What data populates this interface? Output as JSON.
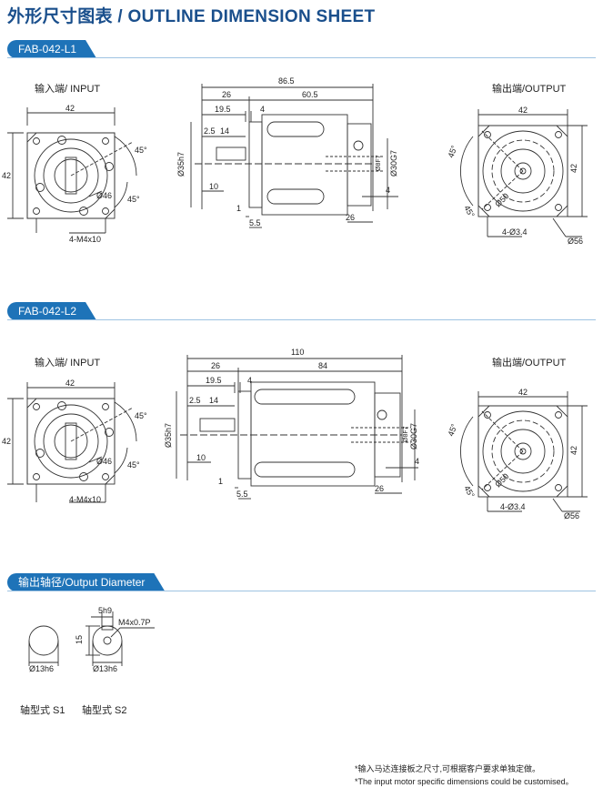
{
  "title": "外形尺寸图表 / OUTLINE DIMENSION SHEET",
  "sections": [
    {
      "model": "FAB-042-L1",
      "input_label": "输入端/ INPUT",
      "output_label": "输出端/OUTPUT",
      "input_dims": {
        "width": "42",
        "height": "42",
        "angle": "45°",
        "angle2": "45°",
        "pcd": "Ø46",
        "bolts": "4-M4x10"
      },
      "side_dims": {
        "total": "86.5",
        "l1": "26",
        "l2": "60.5",
        "l3": "19.5",
        "l4": "4",
        "l5": "2.5",
        "l6": "14",
        "bore": "Ø35h7",
        "l7": "10",
        "l8": "1",
        "l9": "5.5",
        "shaft": "Ø30G7",
        "pilot": "Ø8F7",
        "l10": "4",
        "l11": "26"
      },
      "output_dims": {
        "width": "42",
        "height": "42",
        "angle": "45°",
        "angle2": "45°",
        "pcd": "Ø50",
        "holes": "4-Ø3.4",
        "flange": "Ø56"
      }
    },
    {
      "model": "FAB-042-L2",
      "input_label": "输入端/ INPUT",
      "output_label": "输出端/OUTPUT",
      "input_dims": {
        "width": "42",
        "height": "42",
        "angle": "45°",
        "angle2": "45°",
        "pcd": "Ø46",
        "bolts": "4-M4x10"
      },
      "side_dims": {
        "total": "110",
        "l1": "26",
        "l2": "84",
        "l3": "19.5",
        "l4": "4",
        "l5": "2.5",
        "l6": "14",
        "bore": "Ø35h7",
        "l7": "10",
        "l8": "1",
        "l9": "5.5",
        "shaft": "Ø30G7",
        "pilot": "Ø8F7",
        "l10": "4",
        "l11": "26"
      },
      "output_dims": {
        "width": "42",
        "height": "42",
        "angle": "45°",
        "angle2": "45°",
        "pcd": "Ø50",
        "holes": "4-Ø3.4",
        "flange": "Ø56"
      }
    }
  ],
  "shaft_section": {
    "title": "输出轴径/Output Diameter",
    "s1": {
      "diameter": "Ø13h6",
      "label": "轴型式 S1"
    },
    "s2": {
      "diameter": "Ø13h6",
      "key": "5h9",
      "height": "15",
      "thread": "M4x0.7P",
      "label": "轴型式 S2"
    }
  },
  "footnotes": [
    "*输入马达连接板之尺寸,可根据客户要求单独定做。",
    "*The input motor specific dimensions could be customised。"
  ],
  "colors": {
    "title": "#1a4f8c",
    "tag": "#1e73b8",
    "rule": "#9ec3e2",
    "line": "#333333"
  }
}
